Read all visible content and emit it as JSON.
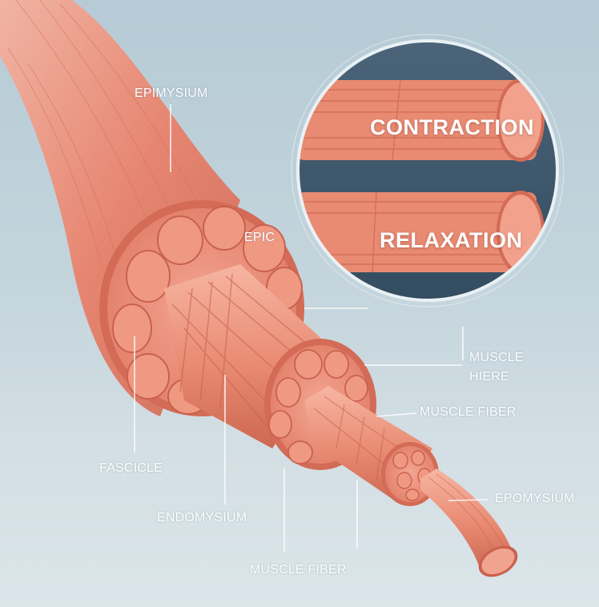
{
  "labels": {
    "epimysium": "EPIMYSIUM",
    "epic": "EPIC",
    "fascicle": "FASCICLE",
    "endomysium": "ENDOMYSIUM",
    "muscle_hiere_line1": "MUSCLE",
    "muscle_hiere_line2": "HIERE",
    "muscle_fiber_upper": "MUSCLE FIBER",
    "epomysium": "EPOMYSIUM",
    "muscle_fiber_lower": "MUSCLE FIBER"
  },
  "inset": {
    "top_label": "CONTRACTION",
    "bottom_label": "RELAXATION"
  },
  "colors": {
    "muscle": "#e8826c",
    "muscle_light": "#f2a28c",
    "muscle_dark": "#c9614e",
    "background": "#c3d4dc",
    "inset_background": "#3f5a6e",
    "leader_line": "#ffffff"
  }
}
